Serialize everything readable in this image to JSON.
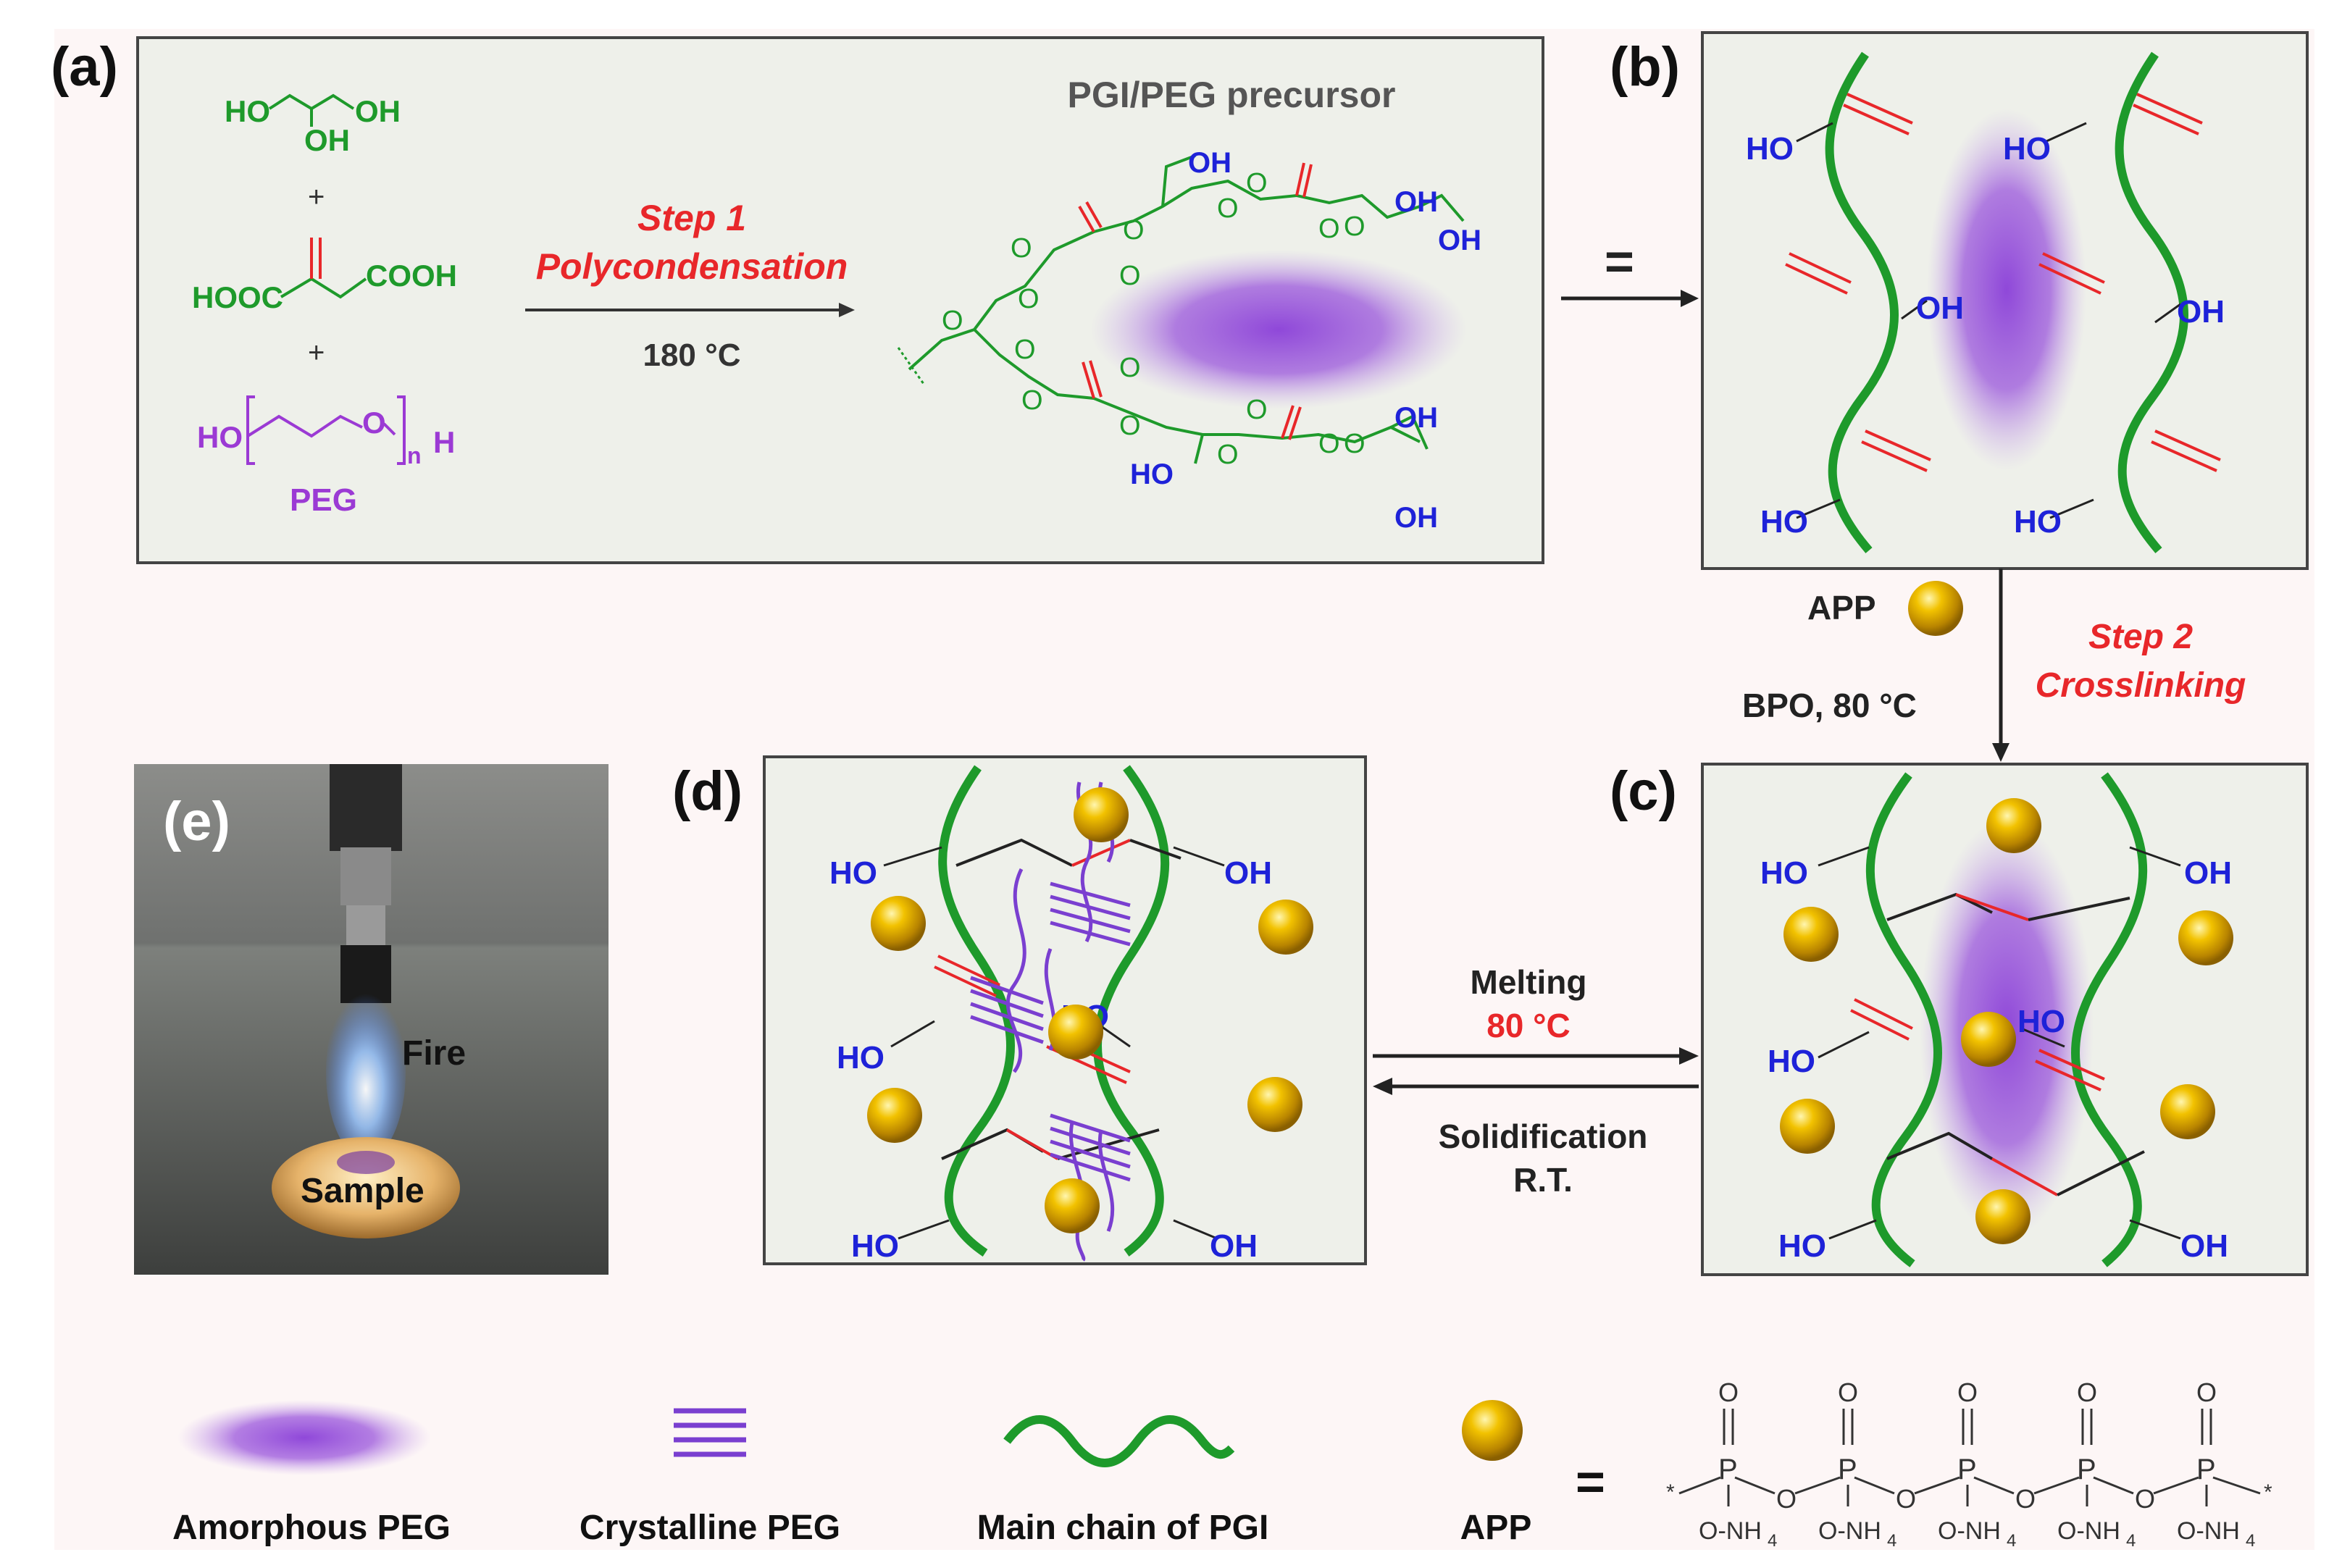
{
  "panel_labels": {
    "a": "(a)",
    "b": "(b)",
    "c": "(c)",
    "d": "(d)",
    "e": "(e)"
  },
  "panel_a": {
    "glycerol": {
      "ho": "HO",
      "oh_right": "OH",
      "oh_bottom": "OH"
    },
    "plus": "+",
    "itaconic": {
      "hooc": "HOOC",
      "cooh": "COOH"
    },
    "peg": {
      "ho": "HO",
      "o": "O",
      "n": "n",
      "h": "H",
      "label": "PEG"
    },
    "step1": {
      "line1": "Step 1",
      "line2": "Polycondensation",
      "temp": "180 °C"
    },
    "precursor_title": "PGI/PEG precursor",
    "precursor_O": "O",
    "precursor_OH": "OH",
    "precursor_HO": "HO"
  },
  "equals": "=",
  "panel_b": {
    "ho": "HO",
    "oh": "OH"
  },
  "step2": {
    "app": "APP",
    "bpo": "BPO, 80 °C",
    "line1": "Step 2",
    "line2": "Crosslinking"
  },
  "transition": {
    "melting": "Melting",
    "melting_temp": "80 °C",
    "solidification": "Solidification",
    "rt": "R.T."
  },
  "panel_c": {
    "ho": "HO",
    "oh": "OH"
  },
  "panel_d": {
    "ho": "HO",
    "oh": "OH"
  },
  "panel_e": {
    "fire": "Fire",
    "sample": "Sample"
  },
  "legend": {
    "amorphous": "Amorphous PEG",
    "crystalline": "Crystalline PEG",
    "main_chain": "Main chain of PGI",
    "app": "APP",
    "equals": "=",
    "app_structure": {
      "O": "O",
      "P": "P",
      "ONH4": "O-NH",
      "sub4": "4",
      "star": "*"
    }
  },
  "colors": {
    "green": "#1e9a2b",
    "blue": "#1e22d8",
    "red": "#e8272a",
    "purple": "#7a3fd0",
    "peg_purple": "#9b3ad4",
    "panel_bg": "#eef0ea",
    "outer_bg": "#fdf6f6"
  }
}
